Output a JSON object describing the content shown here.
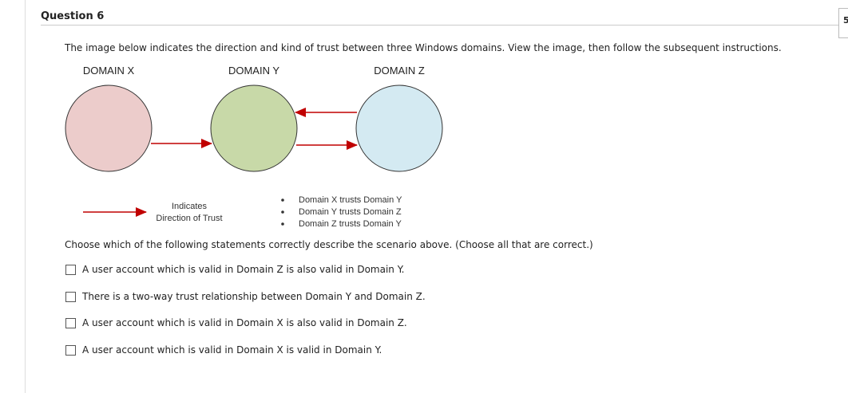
{
  "question": {
    "title": "Question 6",
    "points": "5"
  },
  "intro": "The image below indicates the direction and kind of trust between three Windows domains. View the image, then follow the subsequent instructions.",
  "diagram": {
    "domains": [
      {
        "label": "DOMAIN X",
        "color": "#eccccb"
      },
      {
        "label": "DOMAIN Y",
        "color": "#c8d9a8"
      },
      {
        "label": "DOMAIN Z",
        "color": "#d4eaf2"
      }
    ],
    "arrow_color": "#c00000",
    "legend": {
      "line1": "Indicates",
      "line2": "Direction of Trust"
    },
    "statements": [
      "Domain X trusts Domain Y",
      "Domain Y trusts Domain Z",
      "Domain Z trusts Domain Y"
    ]
  },
  "prompt": "Choose which of the following statements correctly describe the scenario above. (Choose all that are correct.)",
  "options": [
    "A user account which is valid in Domain Z is also valid in Domain Y.",
    "There is a two-way trust relationship between Domain Y and Domain Z.",
    "A user account which is valid in Domain X is also valid in Domain Z.",
    "A user account which is valid in Domain X is valid in Domain Y."
  ]
}
